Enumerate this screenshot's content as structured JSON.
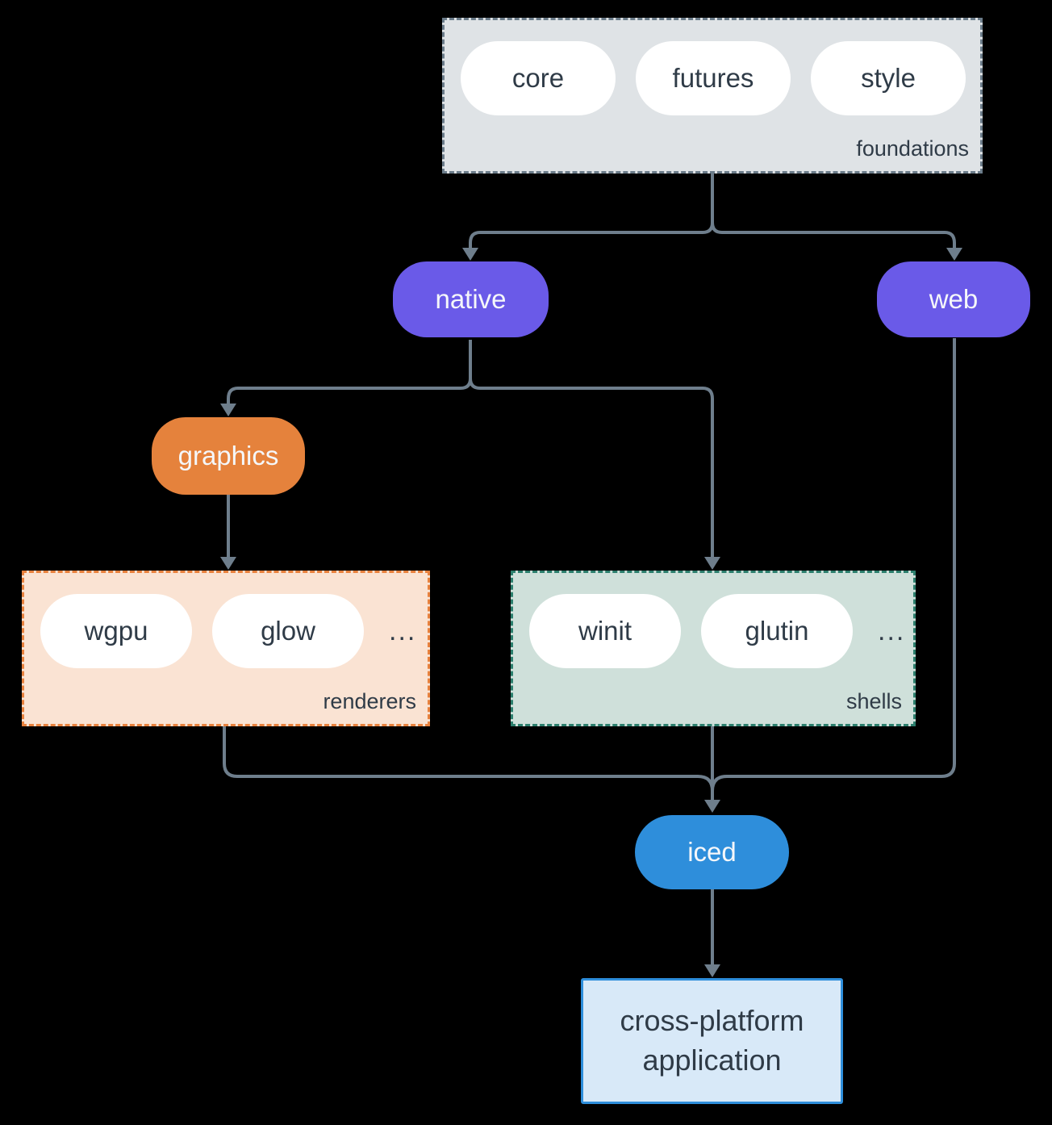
{
  "colors": {
    "ink": "#2f3b47",
    "edge": "#6e7e8c",
    "node-fill": "#ffffff",
    "purple": "#6a5ae8",
    "orange": "#e5823c",
    "blue": "#2e8edb",
    "foundations-fill": "#dfe3e6",
    "foundations-border": "#6b7c8a",
    "renderers-fill": "#fae3d3",
    "renderers-border": "#e8823e",
    "shells-fill": "#cfe0da",
    "shells-border": "#2c7f6d",
    "app-fill": "#d8e9f8"
  },
  "groups": {
    "foundations": {
      "label": "foundations"
    },
    "renderers": {
      "label": "renderers",
      "ellipsis": "..."
    },
    "shells": {
      "label": "shells",
      "ellipsis": "..."
    }
  },
  "nodes": {
    "core": {
      "label": "core"
    },
    "futures": {
      "label": "futures"
    },
    "style": {
      "label": "style"
    },
    "native": {
      "label": "native"
    },
    "web": {
      "label": "web"
    },
    "graphics": {
      "label": "graphics"
    },
    "wgpu": {
      "label": "wgpu"
    },
    "glow": {
      "label": "glow"
    },
    "winit": {
      "label": "winit"
    },
    "glutin": {
      "label": "glutin"
    },
    "iced": {
      "label": "iced"
    },
    "application": {
      "label": "cross-platform application"
    }
  },
  "edges": [
    {
      "from": "foundations",
      "to": "native"
    },
    {
      "from": "foundations",
      "to": "web"
    },
    {
      "from": "native",
      "to": "graphics"
    },
    {
      "from": "native",
      "to": "shells"
    },
    {
      "from": "graphics",
      "to": "renderers"
    },
    {
      "from": "renderers",
      "to": "iced"
    },
    {
      "from": "shells",
      "to": "iced"
    },
    {
      "from": "web",
      "to": "iced"
    },
    {
      "from": "iced",
      "to": "application"
    }
  ]
}
